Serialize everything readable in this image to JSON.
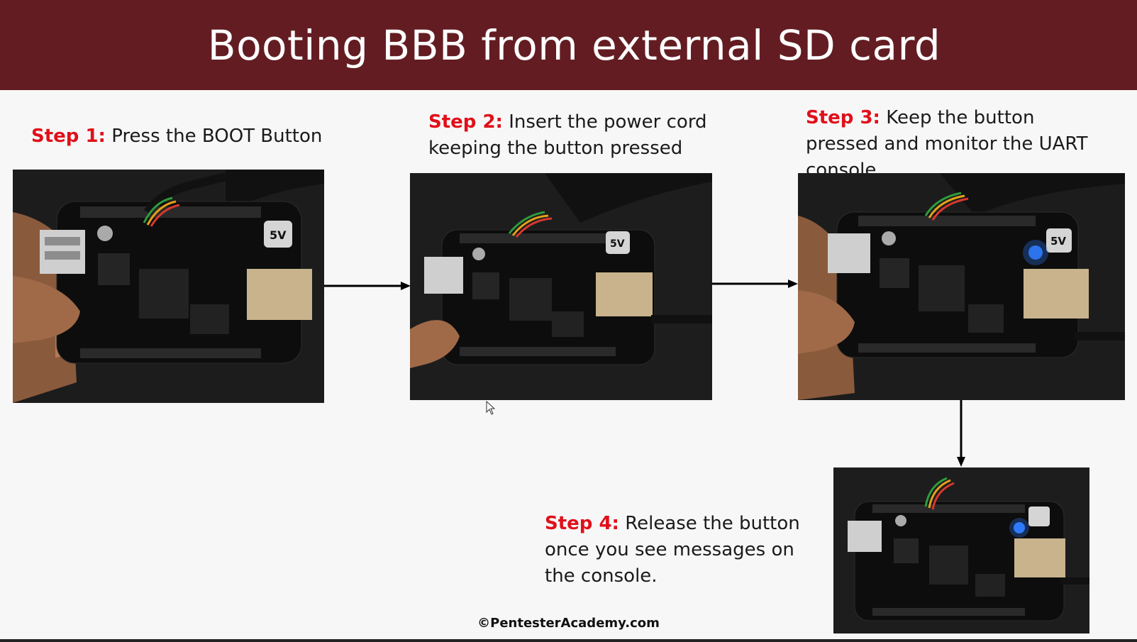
{
  "slide": {
    "title": "Booting BBB from external SD card",
    "footer": "©PentesterAcademy.com"
  },
  "steps": [
    {
      "label": "Step 1:",
      "text": " Press the BOOT Button"
    },
    {
      "label": "Step 2:",
      "text": " Insert the power cord keeping the button pressed"
    },
    {
      "label": "Step 3:",
      "text": "  Keep the button pressed and monitor the UART console"
    },
    {
      "label": "Step 4:",
      "text": " Release the button once you see messages on the console."
    }
  ],
  "board_marking": "5V",
  "colors": {
    "header_bg": "#631d22",
    "step_label": "#e0101a",
    "led_blue": "#2f7bff"
  }
}
